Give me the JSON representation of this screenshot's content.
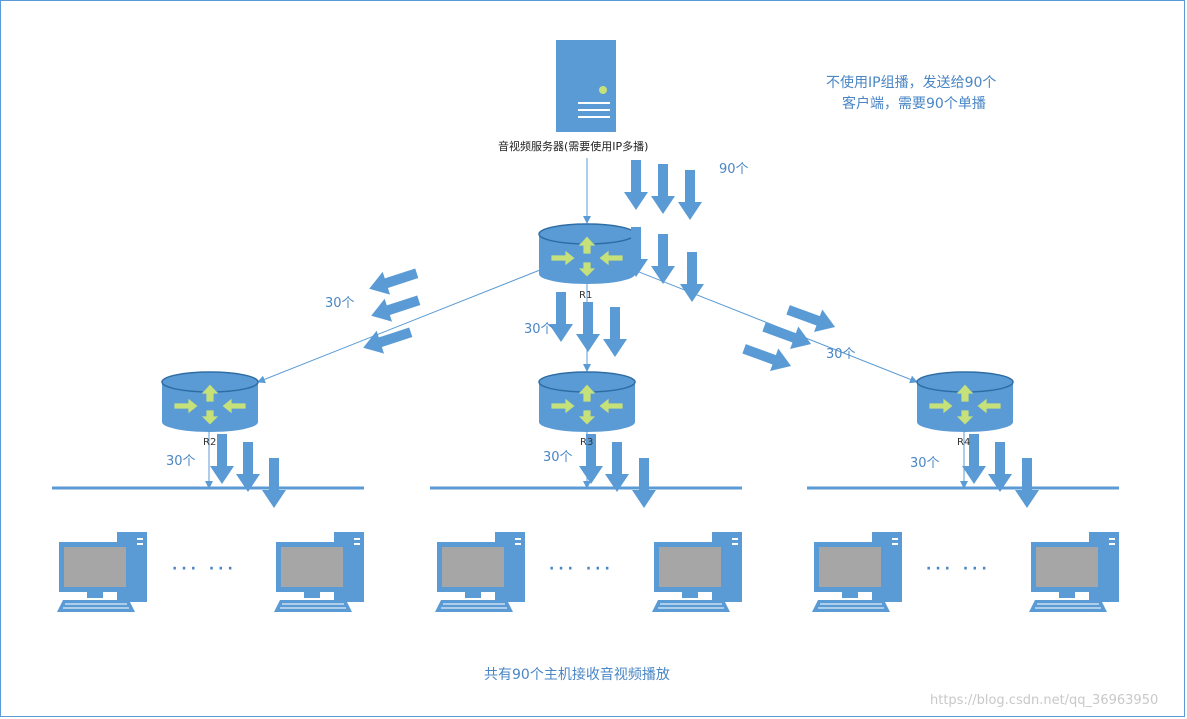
{
  "server": {
    "label": "音视频服务器(需要使用IP多播)"
  },
  "note": {
    "line1": "不使用IP组播，发送给90个",
    "line2": "客户端，需要90个单播"
  },
  "routers": [
    {
      "id": "r1",
      "label": "R1"
    },
    {
      "id": "r2",
      "label": "R2"
    },
    {
      "id": "r3",
      "label": "R3"
    },
    {
      "id": "r4",
      "label": "R4"
    }
  ],
  "flow_labels": {
    "server_to_r1": "90个",
    "r1_to_r2": "30个",
    "r1_to_r3": "30个",
    "r1_to_r4": "30个",
    "r2_to_lan": "30个",
    "r3_to_lan": "30个",
    "r4_to_lan": "30个"
  },
  "ellipsis": "··· ···",
  "caption": "共有90个主机接收音视频播放",
  "watermark": "https://blog.csdn.net/qq_36963950",
  "colors": {
    "accent": "#5b9bd5",
    "arrow_fill": "#5b9bd5",
    "router_glyph": "#c6e07a",
    "screen": "#a6a6a6"
  }
}
